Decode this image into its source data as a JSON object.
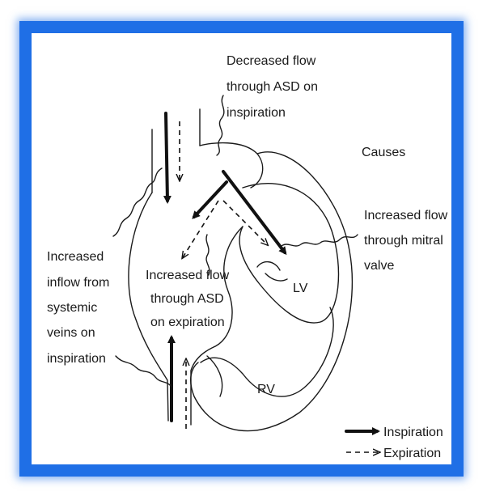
{
  "labels": {
    "decreased_flow": [
      "Decreased flow",
      "through ASD on",
      "inspiration"
    ],
    "causes": "Causes",
    "increased_mitral": [
      "Increased flow",
      "through mitral",
      "valve"
    ],
    "increased_inflow": [
      "Increased",
      "inflow from",
      "systemic",
      "veins on",
      "inspiration"
    ],
    "increased_asd": [
      "Increased flow",
      "through ASD",
      "on expiration"
    ],
    "lv": "LV",
    "rv": "RV"
  },
  "legend": {
    "inspiration": "Inspiration",
    "expiration": "Expiration"
  },
  "colors": {
    "frame": "#1f6fe6",
    "ink": "#1a1a1a"
  }
}
